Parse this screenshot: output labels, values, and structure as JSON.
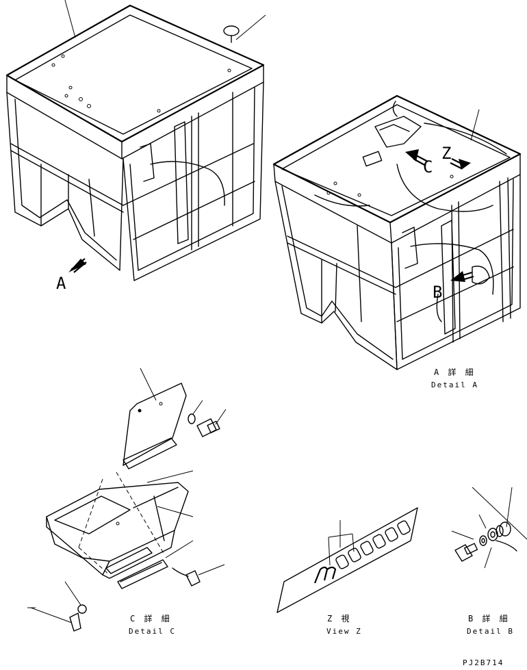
{
  "callouts": {
    "a": "A",
    "b": "B",
    "c": "C",
    "z": "Z"
  },
  "captions": {
    "detail_a_jp": "A 詳 細",
    "detail_a_en": "Detail A",
    "detail_c_jp": "C 詳 細",
    "detail_c_en": "Detail C",
    "view_z_jp": "Z 視",
    "view_z_en": "View Z",
    "detail_b_jp": "B 詳 細",
    "detail_b_en": "Detail B"
  },
  "drawing_number": "PJ2B714",
  "colors": {
    "line": "#000000",
    "background": "#ffffff"
  }
}
